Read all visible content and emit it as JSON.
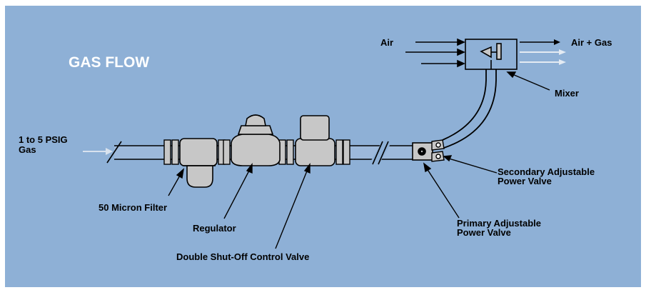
{
  "title": "GAS FLOW",
  "labels": {
    "inlet_line1": "1 to 5 PSIG",
    "inlet_line2": "Gas",
    "filter": "50 Micron Filter",
    "regulator": "Regulator",
    "shutoff": "Double Shut-Off Control Valve",
    "primary_line1": "Primary Adjustable",
    "primary_line2": "Power Valve",
    "secondary_line1": "Secondary Adjustable",
    "secondary_line2": "Power Valve",
    "mixer": "Mixer",
    "air": "Air",
    "air_gas": "Air + Gas"
  },
  "colors": {
    "background": "#8eb0d6",
    "component": "#c7c7c7",
    "pipe": "#9db9db",
    "title": "#ffffff",
    "ink": "#000000"
  }
}
